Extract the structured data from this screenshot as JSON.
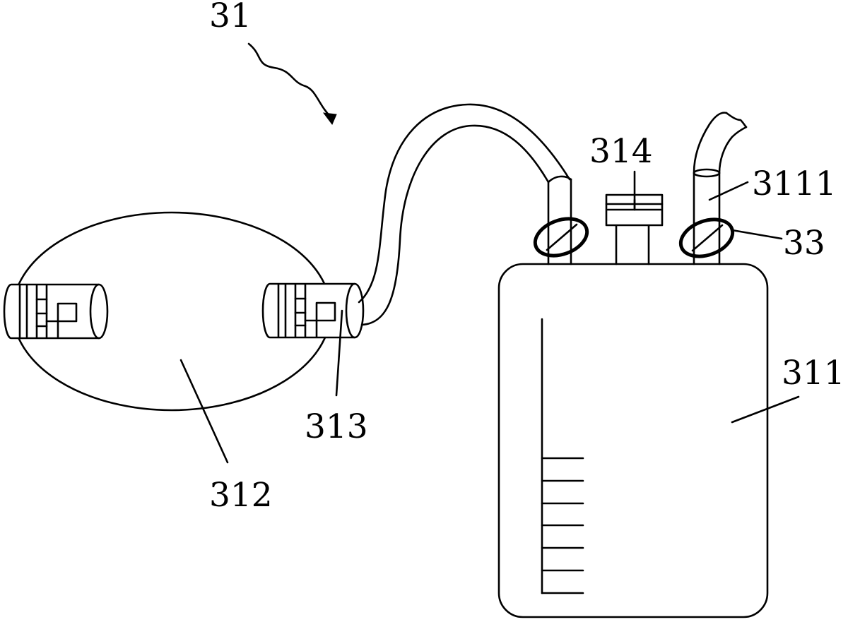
{
  "labels": {
    "assembly": "31",
    "bottle": "311",
    "bottle_outlet": "3111",
    "balloon": "312",
    "connector": "313",
    "cap": "314",
    "clamp": "33"
  }
}
